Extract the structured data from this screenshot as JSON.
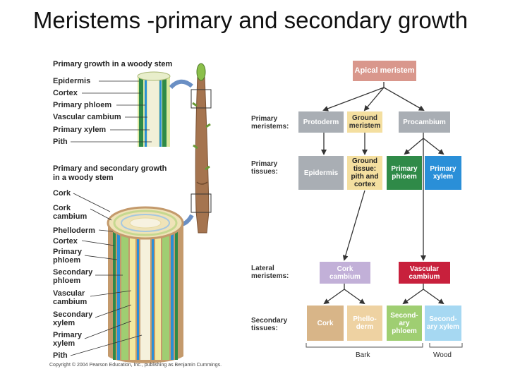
{
  "title": "Meristems -primary and secondary growth",
  "left": {
    "primary_header": "Primary growth in a woody stem",
    "primary_labels": [
      "Epidermis",
      "Cortex",
      "Primary phloem",
      "Vascular cambium",
      "Primary xylem",
      "Pith"
    ],
    "secondary_header_line1": "Primary and secondary growth",
    "secondary_header_line2": "in a woody stem",
    "secondary_labels": [
      "Cork",
      "Cork cambium",
      "Phelloderm",
      "Cortex",
      "Primary phloem",
      "Secondary phloem",
      "Vascular cambium",
      "Secondary xylem",
      "Primary xylem",
      "Pith"
    ],
    "copyright": "Copyright © 2004 Pearson Education, Inc., publishing as Benjamin Cummings."
  },
  "flow": {
    "apical": "Apical meristem",
    "row_labels": {
      "primary_meristems": "Primary meristems:",
      "primary_tissues": "Primary tissues:",
      "lateral_meristems": "Lateral meristems:",
      "secondary_tissues": "Secondary tissues:"
    },
    "protoderm": "Protoderm",
    "ground_meristem": "Ground meristem",
    "procambium": "Procambium",
    "epidermis": "Epidermis",
    "ground_tissue": "Ground tissue: pith and cortex",
    "primary_phloem": "Primary phloem",
    "primary_xylem": "Primary xylem",
    "cork_cambium": "Cork cambium",
    "vascular_cambium": "Vascular cambium",
    "cork": "Cork",
    "phelloderm": "Phello-derm",
    "secondary_phloem": "Second-ary phloem",
    "secondary_xylem": "Second-ary xylem",
    "bark": "Bark",
    "wood": "Wood"
  },
  "colors": {
    "apical": "#d9978c",
    "gray": "#a9aeb4",
    "ground": "#f4dfa0",
    "green": "#2f8a48",
    "blue": "#2a8fd8",
    "lavender": "#c2b0d8",
    "crimson": "#c8203c",
    "cork": "#d8b588",
    "phelloderm": "#eed2a2",
    "sec_phloem": "#9fce72",
    "sec_xylem": "#a6d8f2",
    "bark_stem": "#a5744f"
  }
}
